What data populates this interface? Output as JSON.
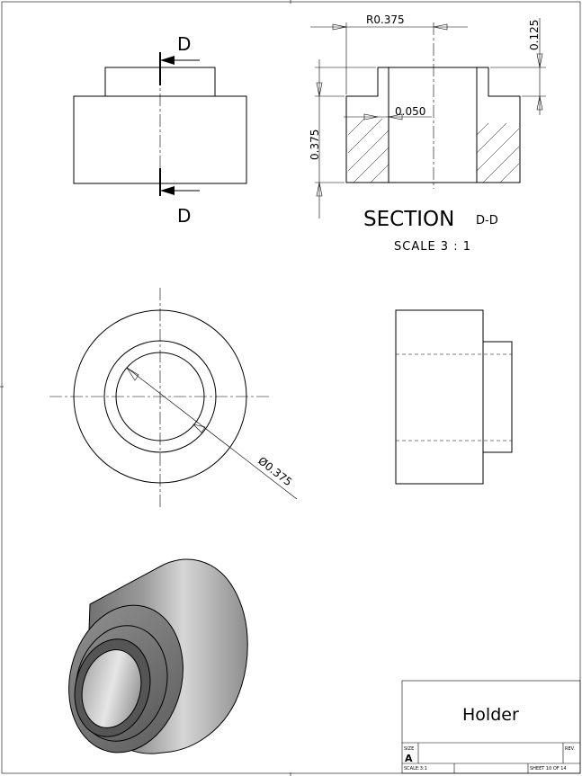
{
  "section_view": {
    "cut_label_top": "D",
    "cut_label_bottom": "D",
    "title_main": "SECTION",
    "title_sub": "D-D",
    "scale": "SCALE 3 : 1"
  },
  "dimensions": {
    "radius": "R0.375",
    "top_height": "0.125",
    "total_height": "0.375",
    "wall_step": "0.050",
    "diameter": "Ø0.375"
  },
  "title_block": {
    "title": "Holder",
    "size_label": "SIZE",
    "size_value": "A",
    "rev_label": "REV.",
    "scale": "SCALE:3:1",
    "sheet": "SHEET 10 OF 14"
  }
}
